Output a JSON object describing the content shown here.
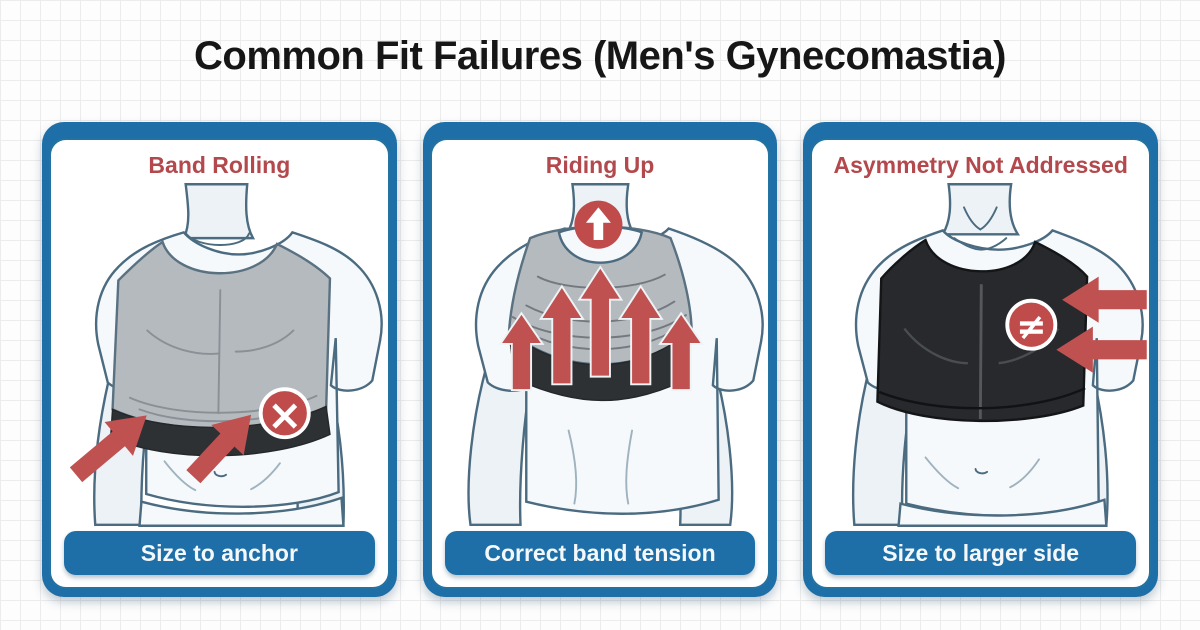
{
  "page": {
    "title": "Common Fit Failures (Men's Gynecomastia)"
  },
  "colors": {
    "frame_blue": "#1e6fa8",
    "heading_red": "#b3494c",
    "arrow_red": "#c05151",
    "badge_red": "#bf4b4b",
    "vest_gray": "#b5babf",
    "vest_black": "#27292c",
    "band_dark": "#2d3134"
  },
  "panels": [
    {
      "heading": "Band Rolling",
      "caption": "Size to anchor",
      "badge_icon": "x-circle-icon",
      "badge_glyph": "×"
    },
    {
      "heading": "Riding Up",
      "caption": "Correct band tension",
      "badge_icon": "up-arrow-circle-icon",
      "badge_glyph": "↑"
    },
    {
      "heading": "Asymmetry Not Addressed",
      "caption": "Size to larger side",
      "badge_icon": "not-equal-circle-icon",
      "badge_glyph": "≠"
    }
  ]
}
